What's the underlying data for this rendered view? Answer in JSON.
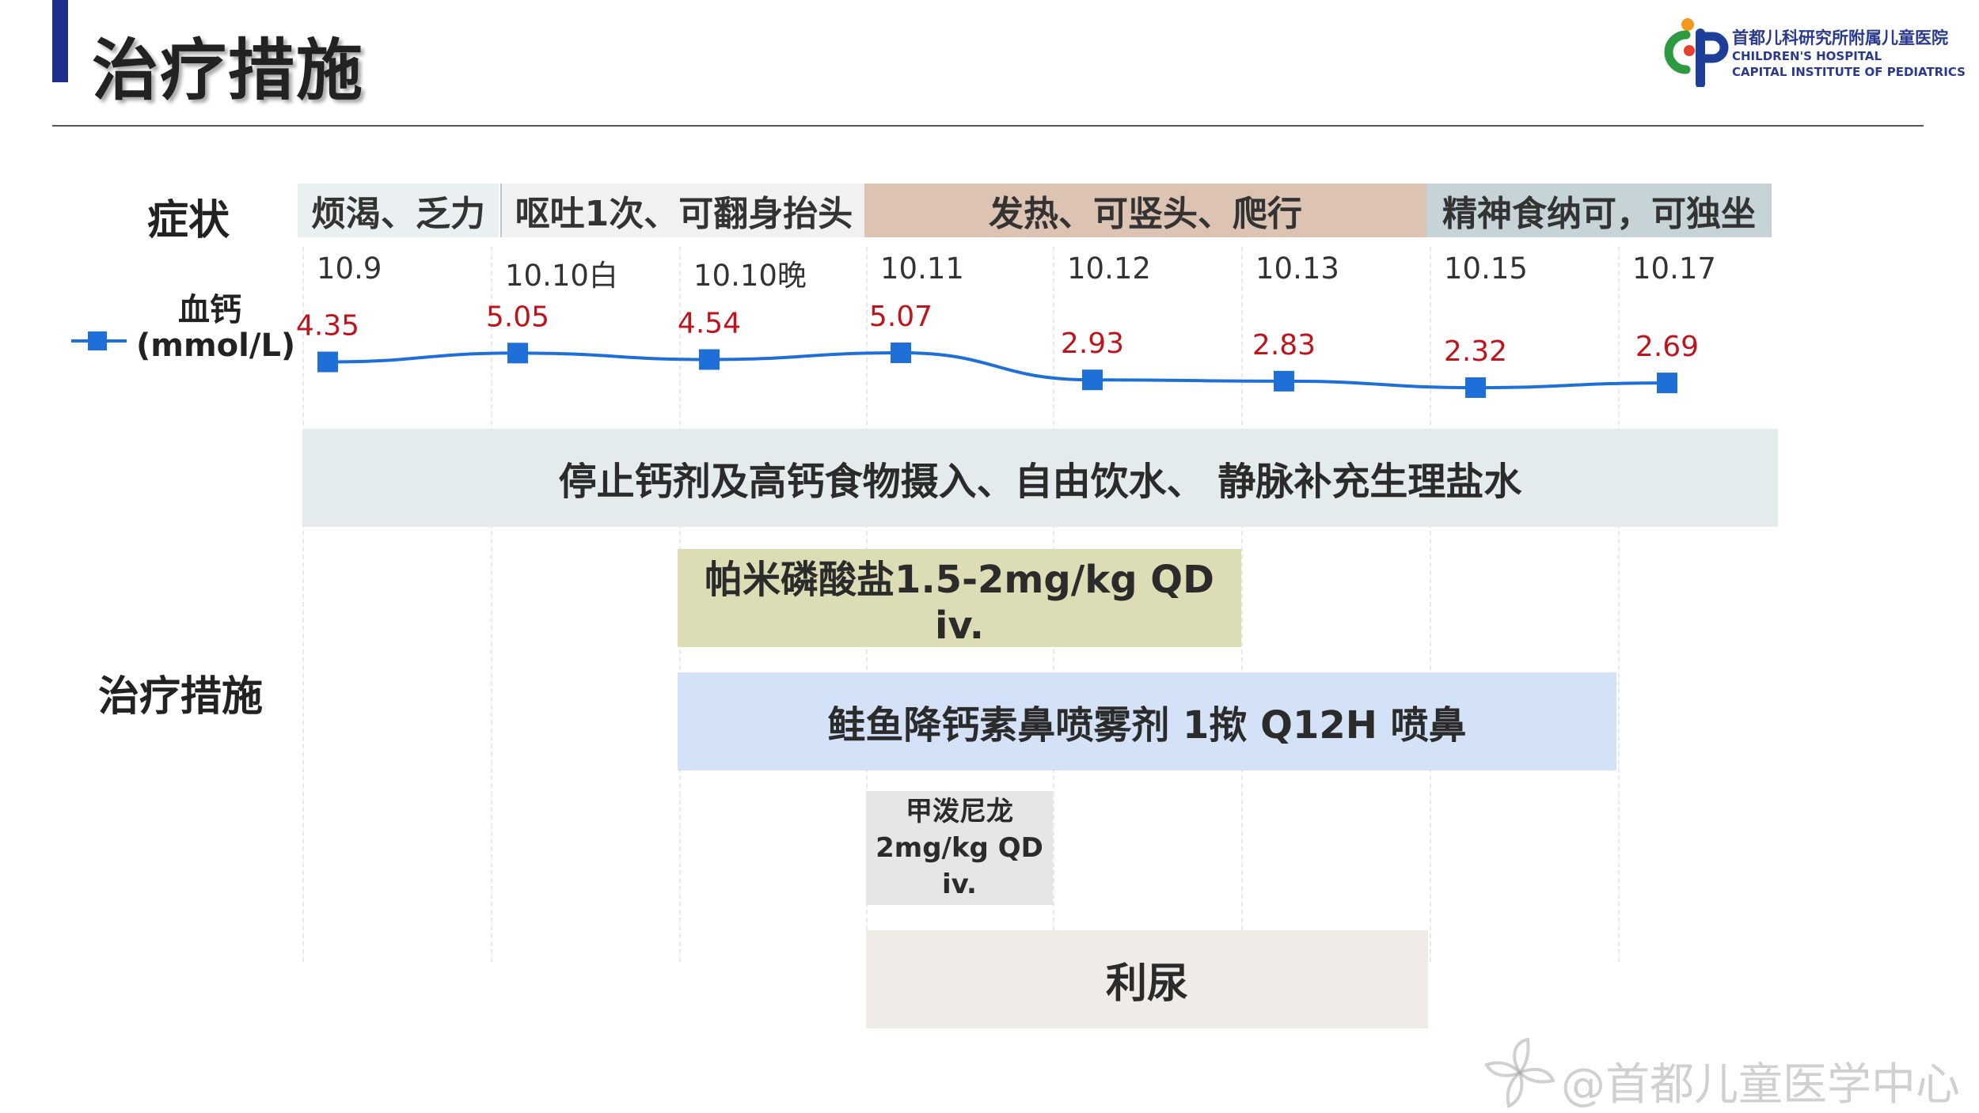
{
  "page_title": "治疗措施",
  "logo": {
    "cn": "首都儿科研究所附属儿童医院",
    "en_line1": "CHILDREN'S HOSPITAL",
    "en_line2": "CAPITAL INSTITUTE OF PEDIATRICS"
  },
  "symptom_label": "症状",
  "treatment_label": "治疗措施",
  "legend": {
    "name": "血钙",
    "unit": "(mmol/L)",
    "color": "#1f6fd8"
  },
  "symptoms": [
    "烦渴、乏力",
    "呕吐1次、可翻身抬头",
    "发热、可竖头、爬行",
    "精神食纳可，可独坐"
  ],
  "dates": [
    "10.9",
    "10.10白",
    "10.10晚",
    "10.11",
    "10.12",
    "10.13",
    "10.15",
    "10.17"
  ],
  "treatments": {
    "stop": "停止钙剂及高钙食物摄入、自由饮水、 静脉补充生理盐水",
    "pamidronate": "帕米磷酸盐1.5-2mg/kg QD iv.",
    "calcitonin": "鲑鱼降钙素鼻喷雾剂 1揿 Q12H 喷鼻",
    "methylprednisolone": "甲泼尼龙2mg/kg QD iv.",
    "diuretic": "利尿"
  },
  "watermark": "@首都儿童医学中心",
  "chart_data": {
    "type": "line",
    "categories": [
      "10.9",
      "10.10白",
      "10.10晚",
      "10.11",
      "10.12",
      "10.13",
      "10.15",
      "10.17"
    ],
    "series": [
      {
        "name": "血钙 (mmol/L)",
        "values": [
          4.35,
          5.05,
          4.54,
          5.07,
          2.93,
          2.83,
          2.32,
          2.69
        ]
      }
    ],
    "ylabel": "血钙 (mmol/L)",
    "data_labels": true,
    "line_color": "#1f6fd8",
    "label_color": "#c0141c"
  }
}
